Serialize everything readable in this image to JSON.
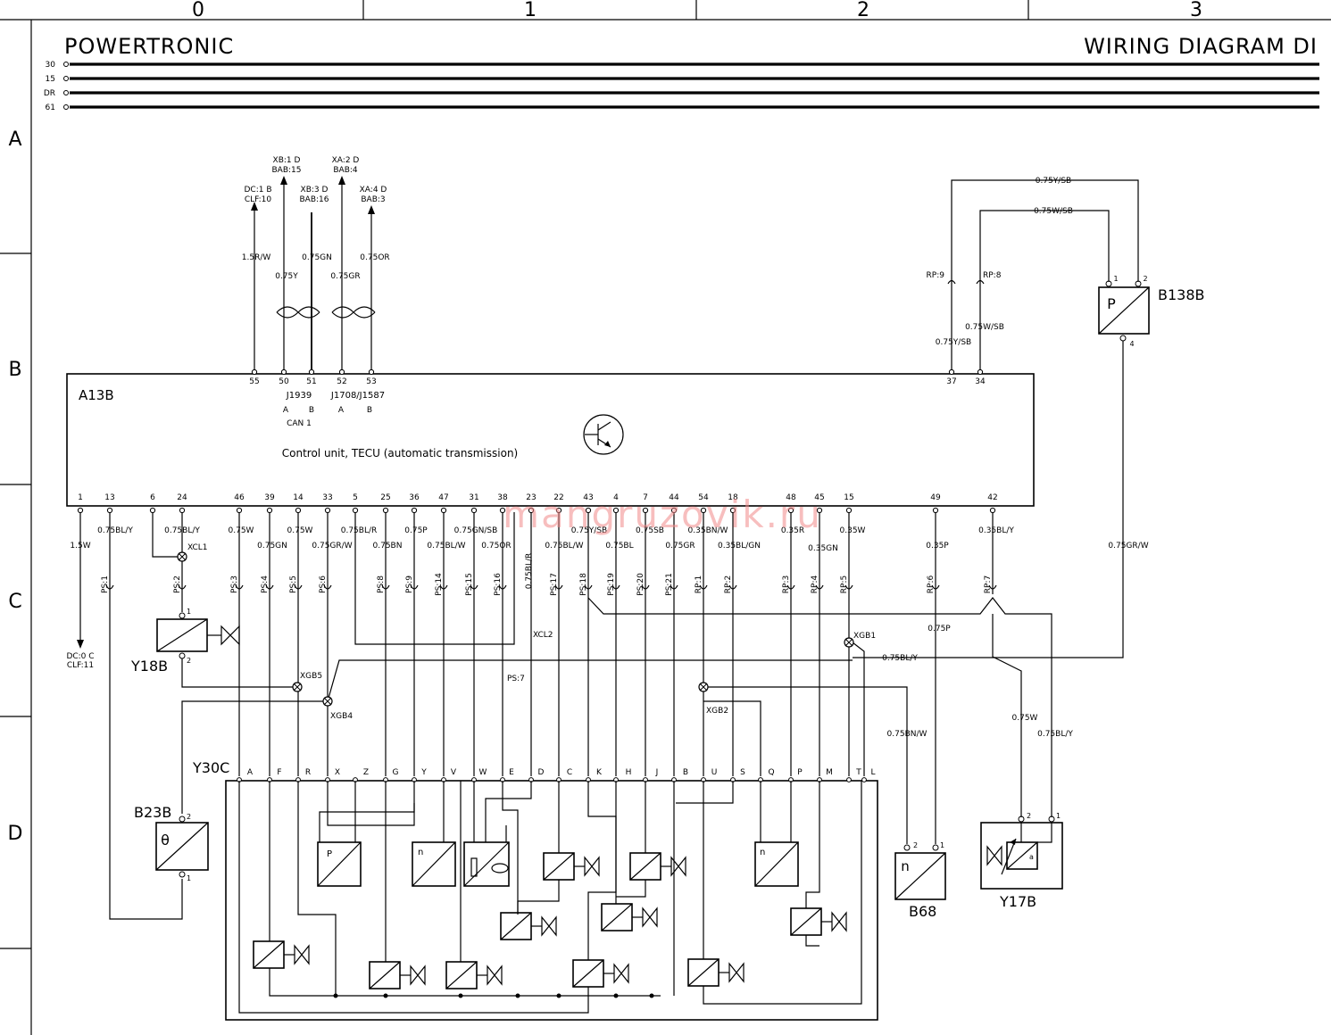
{
  "title_left": "POWERTRONIC",
  "title_right": "WIRING DIAGRAM DI",
  "columns": [
    "0",
    "1",
    "2",
    "3"
  ],
  "rows": [
    "A",
    "B",
    "C",
    "D"
  ],
  "buses": [
    "30",
    "15",
    "DR",
    "61"
  ],
  "watermark": "mangruzovik.ru",
  "ecu": {
    "id": "A13B",
    "description": "Control unit, TECU (automatic transmission)",
    "top_pins": [
      "55",
      "50",
      "51",
      "52",
      "53",
      "37",
      "34"
    ],
    "bottom_pins": [
      "1",
      "13",
      "6",
      "24",
      "46",
      "39",
      "14",
      "33",
      "5",
      "25",
      "36",
      "47",
      "31",
      "38",
      "23",
      "22",
      "43",
      "4",
      "7",
      "44",
      "54",
      "18",
      "48",
      "45",
      "15",
      "49",
      "42"
    ],
    "bus_j1939": "J1939",
    "bus_j1708": "J1708/J1587",
    "can_a": "A",
    "can_b": "B",
    "can_label": "CAN 1",
    "j1708_a": "A",
    "j1708_b": "B"
  },
  "top_connectors": [
    {
      "ref": "DC:1 B",
      "ref2": "CLF:10",
      "wire": "1.5R/W"
    },
    {
      "ref": "XB:1 D",
      "ref2": "BAB:15",
      "wire": "0.75Y"
    },
    {
      "ref": "XB:3 D",
      "ref2": "BAB:16",
      "wire": "0.75GN"
    },
    {
      "ref": "XA:2 D",
      "ref2": "BAB:4",
      "wire": "0.75GR"
    },
    {
      "ref": "XA:4 D",
      "ref2": "BAB:3",
      "wire": "0.75OR"
    }
  ],
  "right_top": {
    "wire_a": "0.75Y/SB",
    "wire_b": "0.75W/SB",
    "rp9": "RP:9",
    "rp8": "RP:8",
    "wire_c": "0.75W/SB",
    "wire_d": "0.75Y/SB",
    "sensor_id": "B138B",
    "sensor_symbol": "P",
    "pin1": "1",
    "pin2": "2",
    "pin4": "4",
    "wire_e": "0.75GR/W"
  },
  "bottom_wires": [
    "1.5W",
    "0.75BL/Y",
    "0.75BL/Y",
    "0.75W",
    "0.75GN",
    "0.75W",
    "0.75GR/W",
    "0.75BL/R",
    "0.75BN",
    "0.75P",
    "0.75BL/W",
    "0.75GN/SB",
    "0.75OR",
    "0.75BL/R",
    "0.75BL/W",
    "0.75Y/SB",
    "0.75BL",
    "0.75SB",
    "0.75GR",
    "0.35BN/W",
    "0.35BL/GN",
    "0.35R",
    "0.35GN",
    "0.35W",
    "0.35P",
    "0.35BL/Y"
  ],
  "ps_labels": [
    "PS:1",
    "PS:2",
    "PS:3",
    "PS:4",
    "PS:5",
    "PS:6",
    "PS:8",
    "PS:9",
    "PS:14",
    "PS:15",
    "PS:16",
    "PS:17",
    "PS:18",
    "PS:19",
    "PS:20",
    "PS:21",
    "RP:1",
    "RP:2",
    "RP:3",
    "RP:4",
    "RP:5",
    "RP:6",
    "RP:7"
  ],
  "splices": {
    "xcl1": "XCL1",
    "xcl2": "XCL2",
    "xgb5": "XGB5",
    "xgb4": "XGB4",
    "xgb2": "XGB2",
    "xgb1": "XGB1",
    "ps7": "PS:7"
  },
  "misc_wires": {
    "gb1": "0.75BL/Y",
    "p": "0.75P",
    "bnw": "0.75BN/W",
    "w": "0.75W",
    "bly": "0.75BL/Y"
  },
  "dc0": {
    "ref": "DC:0 C",
    "ref2": "CLF:11"
  },
  "components": {
    "y18b": "Y18B",
    "b23b": "B23B",
    "b23b_symbol": "θ",
    "y30c": "Y30C",
    "b68": "B68",
    "b68_symbol": "n",
    "y17b": "Y17B",
    "y17b_symbol": "a",
    "p_symbol": "P",
    "n_symbol": "n"
  },
  "y30c_pins": [
    "A",
    "F",
    "R",
    "X",
    "Z",
    "G",
    "Y",
    "V",
    "W",
    "E",
    "D",
    "C",
    "K",
    "H",
    "J",
    "B",
    "U",
    "S",
    "Q",
    "P",
    "M",
    "T",
    "L"
  ],
  "pin_numbers": {
    "one": "1",
    "two": "2"
  }
}
